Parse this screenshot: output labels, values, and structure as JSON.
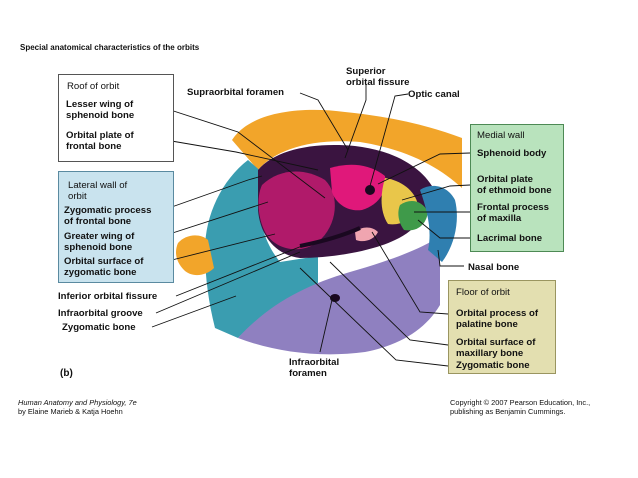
{
  "title": "Special anatomical characteristics of the orbits",
  "panel_letter": "(b)",
  "top_labels": {
    "supraorbital_foramen": "Supraorbital foramen",
    "superior_orbital_fissure": [
      "Superior",
      "orbital fissure"
    ],
    "optic_canal": "Optic canal"
  },
  "roof_box": {
    "heading": "Roof of orbit",
    "items": [
      [
        "Lesser wing of",
        "sphenoid bone"
      ],
      [
        "Orbital plate of",
        "frontal bone"
      ]
    ]
  },
  "lateral_box": {
    "heading": [
      "Lateral wall of",
      "orbit"
    ],
    "items": [
      [
        "Zygomatic process",
        "of frontal bone"
      ],
      [
        "Greater wing of",
        "sphenoid bone"
      ],
      [
        "Orbital surface of",
        "zygomatic bone"
      ]
    ]
  },
  "medial_box": {
    "heading": "Medial wall",
    "items": [
      [
        "Sphenoid body"
      ],
      [
        "Orbital plate",
        "of ethmoid bone"
      ],
      [
        "Frontal process",
        "of maxilla"
      ],
      [
        "Lacrimal bone"
      ]
    ]
  },
  "nasal_bone": "Nasal bone",
  "floor_box": {
    "heading": "Floor of orbit",
    "items": [
      [
        "Orbital process of",
        "palatine bone"
      ],
      [
        "Orbital surface of",
        "maxillary bone"
      ],
      [
        "Zygomatic bone"
      ]
    ]
  },
  "left_labels": {
    "inferior_orbital_fissure": "Inferior orbital fissure",
    "infraorbital_groove": "Infraorbital groove",
    "zygomatic_bone": "Zygomatic bone"
  },
  "infraorbital_foramen": [
    "Infraorbital",
    "foramen"
  ],
  "footer": {
    "book_title": "Human Anatomy and Physiology, 7e",
    "authors": "by Elaine Marieb & Katja Hoehn",
    "copyright": "Copyright © 2007 Pearson Education, Inc.,",
    "publisher": "publishing as Benjamin Cummings."
  },
  "colors": {
    "frontal": "#f2a52a",
    "sphenoid_greater_wing": "#b01a6a",
    "sphenoid_lesser_wing": "#e0187a",
    "zygomatic": "#3a9db0",
    "maxilla": "#8f80c0",
    "ethmoid": "#e9c64a",
    "lacrimal": "#3f9a4a",
    "nasal": "#2f7fb0",
    "palatine": "#f0a5b0",
    "orbit_dark": "#3a1440",
    "lateral_box_bg": "#c9e3ee",
    "medial_box_bg": "#b9e3bd",
    "floor_box_bg": "#e3dfb0"
  }
}
